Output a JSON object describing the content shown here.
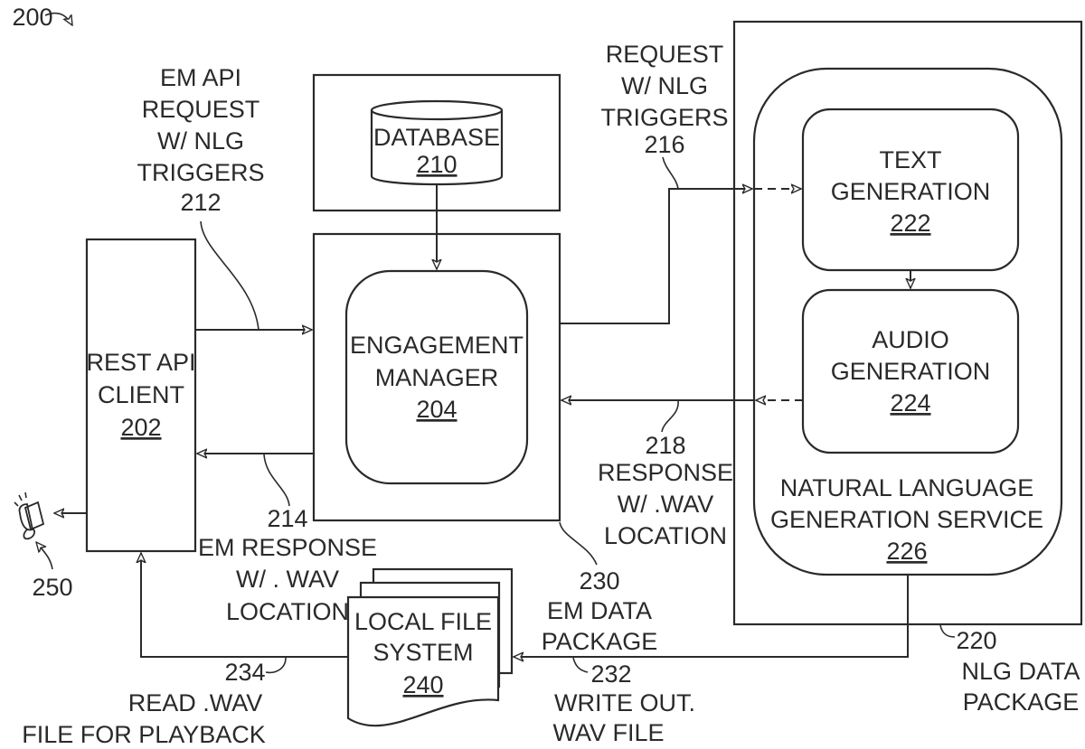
{
  "figure": {
    "ref": "200",
    "colors": {
      "ink": "#2a2a2a",
      "background": "#ffffff"
    }
  },
  "blocks": {
    "rest_api_client": {
      "lines": [
        "REST API",
        "CLIENT"
      ],
      "ref": "202"
    },
    "engagement_manager": {
      "lines": [
        "ENGAGEMENT",
        "MANAGER"
      ],
      "ref": "204"
    },
    "database": {
      "lines": [
        "DATABASE"
      ],
      "ref": "210"
    },
    "text_generation": {
      "lines": [
        "TEXT",
        "GENERATION"
      ],
      "ref": "222"
    },
    "audio_generation": {
      "lines": [
        "AUDIO",
        "GENERATION"
      ],
      "ref": "224"
    },
    "nlg_service": {
      "lines": [
        "NATURAL LANGUAGE",
        "GENERATION SERVICE"
      ],
      "ref": "226"
    },
    "local_file_system": {
      "lines": [
        "LOCAL FILE",
        "SYSTEM"
      ],
      "ref": "240"
    },
    "speaker": {
      "icon": "speaker-icon",
      "ref": "250"
    }
  },
  "annotations": {
    "a212": {
      "lines": [
        "EM API",
        "REQUEST",
        "W/ NLG",
        "TRIGGERS",
        "212"
      ]
    },
    "a214": {
      "lines": [
        "214",
        "EM RESPONSE",
        "W/ . WAV",
        "LOCATION"
      ]
    },
    "a216": {
      "lines": [
        "REQUEST",
        "W/ NLG",
        "TRIGGERS",
        "216"
      ]
    },
    "a218": {
      "lines": [
        "218",
        "RESPONSE",
        "W/ .WAV",
        "LOCATION"
      ]
    },
    "a220": {
      "lines": [
        "220",
        "NLG DATA",
        "PACKAGE"
      ]
    },
    "a230": {
      "lines": [
        "230",
        "EM DATA",
        "PACKAGE"
      ]
    },
    "a232": {
      "lines": [
        "232",
        "WRITE OUT.",
        "WAV FILE"
      ]
    },
    "a234": {
      "lines": [
        "234",
        "READ .WAV",
        "FILE FOR PLAYBACK"
      ]
    }
  }
}
